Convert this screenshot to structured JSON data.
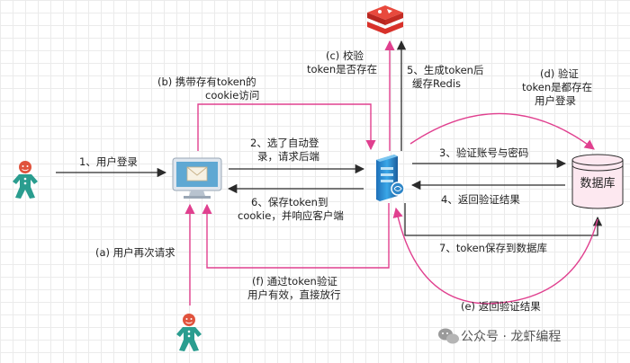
{
  "labels": {
    "step1": "1、用户登录",
    "step2_l1": "2、选了自动登",
    "step2_l2": "录，请求后端",
    "step3": "3、验证账号与密码",
    "step4": "4、返回验证结果",
    "step5_l1": "5、生成token后",
    "step5_l2": "缓存Redis",
    "step6_l1": "6、保存token到",
    "step6_l2": "cookie，并响应客户端",
    "step7": "7、token保存到数据库",
    "a": "(a) 用户再次请求",
    "b_l1": "(b) 携带存有token的",
    "b_l2": "cookie访问",
    "c_l1": "(c) 校验",
    "c_l2": "token是否存在",
    "d_l1": "(d) 验证",
    "d_l2": "token是都存在",
    "d_l3": "用户登录",
    "e": "(e) 返回验证结果",
    "f_l1": "(f) 通过token验证",
    "f_l2": "用户有效，直接放行",
    "database": "数据库"
  },
  "watermark": "公众号 · 龙虾编程",
  "icons": {
    "user1": "user-icon",
    "user2": "user-icon",
    "client": "computer-mail-icon",
    "server": "server-icon",
    "redis": "redis-icon",
    "db": "database-icon"
  },
  "colors": {
    "pink_arrow": "#e0408f",
    "dark_arrow": "#2b2b2b",
    "redis_red": "#d8312a",
    "user_teal": "#2a9d8f",
    "user_head": "#e0533d",
    "db_fill": "#fde8f0"
  }
}
